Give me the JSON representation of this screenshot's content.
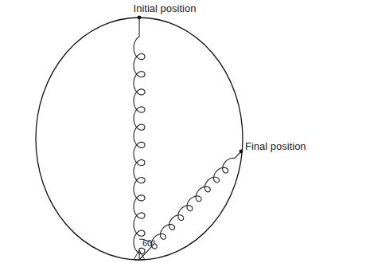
{
  "diagram": {
    "labels": [
      "Initial position",
      "Final position",
      "60°"
    ]
  }
}
